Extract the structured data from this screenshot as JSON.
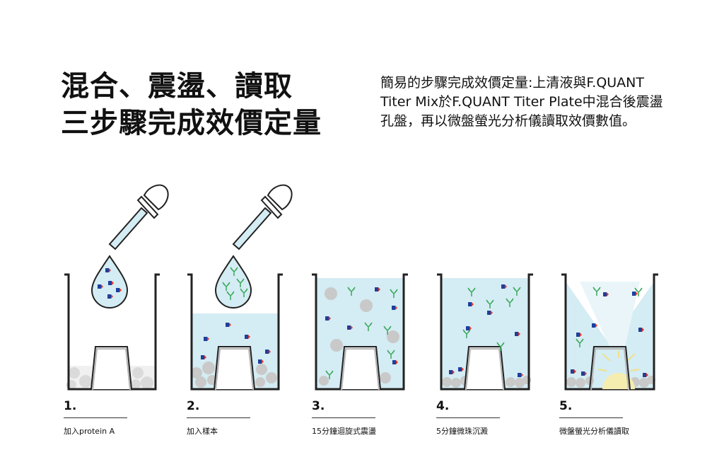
{
  "title": {
    "line1": "混合、震盪、讀取",
    "line2": "三步驟完成效價定量"
  },
  "description": {
    "line1": "簡易的步驟完成效價定量:上清液與F.QUANT",
    "line2": "Titer Mix於F.QUANT Titer Plate中混合後震盪",
    "line3": "孔盤，再以微盤螢光分析儀讀取效價數值。"
  },
  "steps": [
    {
      "number": "1.",
      "label": "加入protein A"
    },
    {
      "number": "2.",
      "label": "加入樣本"
    },
    {
      "number": "3.",
      "label": "15分鐘迴旋式震盪"
    },
    {
      "number": "4.",
      "label": "5分鐘微珠沉澱"
    },
    {
      "number": "5.",
      "label": "微盤螢光分析儀讀取"
    }
  ],
  "colors": {
    "liquid": "#d4ecf3",
    "bead": "#c9c9c9",
    "protein_red": "#e0382b",
    "protein_blue": "#1f3f9c",
    "antibody_green": "#3aa85a",
    "glow": "#f5ecb0",
    "outline": "#222222"
  }
}
